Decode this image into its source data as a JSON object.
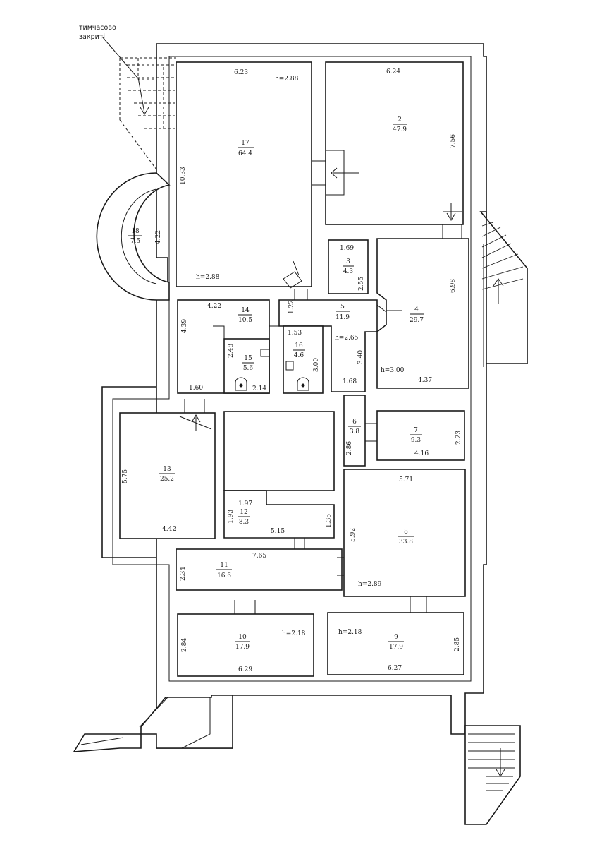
{
  "note": {
    "line1": "тимчасово",
    "line2": "закриті"
  },
  "rooms": [
    {
      "id": "17",
      "number": "17",
      "area": "64.4",
      "width": "6.23",
      "height": "h=2.88",
      "side": "10.33",
      "height2": "h=2.88"
    },
    {
      "id": "2",
      "number": "2",
      "area": "47.9",
      "width": "6.24",
      "side": "7.56"
    },
    {
      "id": "18",
      "number": "18",
      "area": "7.5",
      "side": "4.22"
    },
    {
      "id": "3",
      "number": "3",
      "area": "4.3",
      "width": "1.69",
      "side": "2.55"
    },
    {
      "id": "4",
      "number": "4",
      "area": "29.7",
      "side": "6.98",
      "height": "h=3.00",
      "width": "4.37"
    },
    {
      "id": "5",
      "number": "5",
      "area": "11.9",
      "height": "h=2.65",
      "side": "3.40",
      "width": "1.68",
      "side2": "1.22"
    },
    {
      "id": "14",
      "number": "14",
      "area": "10.5",
      "width": "4.22",
      "side": "4.39"
    },
    {
      "id": "15",
      "number": "15",
      "area": "5.6",
      "side": "2.48",
      "width": "2.14"
    },
    {
      "id": "16",
      "number": "16",
      "area": "4.6",
      "width": "1.53",
      "side": "3.00"
    },
    {
      "id": "13",
      "number": "13",
      "area": "25.2",
      "side": "5.75",
      "width": "4.42",
      "top": "1.60"
    },
    {
      "id": "6",
      "number": "6",
      "area": "3.8",
      "side": "2.86"
    },
    {
      "id": "7",
      "number": "7",
      "area": "9.3",
      "side": "2.23",
      "width": "4.16"
    },
    {
      "id": "12",
      "number": "12",
      "area": "8.3",
      "width": "1.97",
      "side": "1.93",
      "width2": "5.15",
      "side2": "1.35"
    },
    {
      "id": "8",
      "number": "8",
      "area": "33.8",
      "width": "5.71",
      "side": "5.92",
      "height": "h=2.89"
    },
    {
      "id": "11",
      "number": "11",
      "area": "16.6",
      "width": "7.65",
      "side": "2.34"
    },
    {
      "id": "10",
      "number": "10",
      "area": "17.9",
      "height": "h=2.18",
      "side": "2.84",
      "width": "6.29"
    },
    {
      "id": "9",
      "number": "9",
      "area": "17.9",
      "height": "h=2.18",
      "side": "2.85",
      "width": "6.27"
    }
  ]
}
